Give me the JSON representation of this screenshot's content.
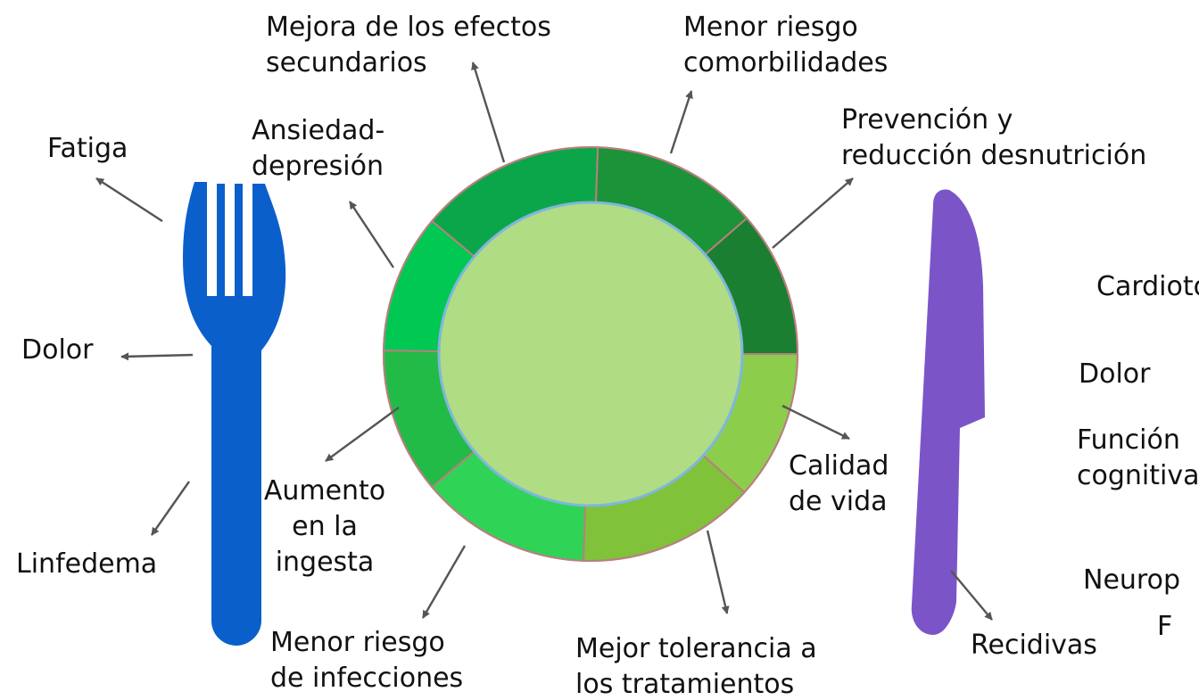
{
  "colors": {
    "fork": "#0a5fcb",
    "knife": "#7b55c8",
    "plate_center": "#b0dc84",
    "plate_center_stroke": "#7fb6dd",
    "ring_stroke": "#b97f7f",
    "arrow": "#555555",
    "segments": [
      "#1a9339",
      "#1a7f31",
      "#8dcd4c",
      "#80c23a",
      "#2fd456",
      "#22bb48",
      "#00c853",
      "#0ba64a"
    ]
  },
  "icons": {
    "fork": "fork-icon",
    "knife": "knife-icon",
    "plate": "plate-icon"
  },
  "labels": {
    "mejora_efectos": [
      "Mejora de los efectos",
      "secundarios"
    ],
    "menor_riesgo_comorb": [
      "Menor riesgo",
      "comorbilidades"
    ],
    "prevencion": [
      "Prevención y",
      "reducción desnutrición"
    ],
    "fatiga": [
      "Fatiga"
    ],
    "ansiedad": [
      "Ansiedad-",
      "depresión"
    ],
    "dolor_left": [
      "Dolor"
    ],
    "aumento": [
      "Aumento",
      "en la",
      "ingesta"
    ],
    "linfedema": [
      "Linfedema"
    ],
    "menor_riesgo_inf": [
      "Menor riesgo",
      "de infecciones"
    ],
    "mejor_tolerancia": [
      "Mejor tolerancia a",
      "los tratamientos"
    ],
    "calidad": [
      "Calidad",
      "de vida"
    ],
    "recidivas": [
      "Recidivas"
    ],
    "cardioto": [
      "Cardioto"
    ],
    "dolor_right": [
      "Dolor"
    ],
    "funcion": [
      "Función",
      "cognitiva"
    ],
    "neurop": [
      "Neurop"
    ],
    "f": [
      "F"
    ]
  }
}
